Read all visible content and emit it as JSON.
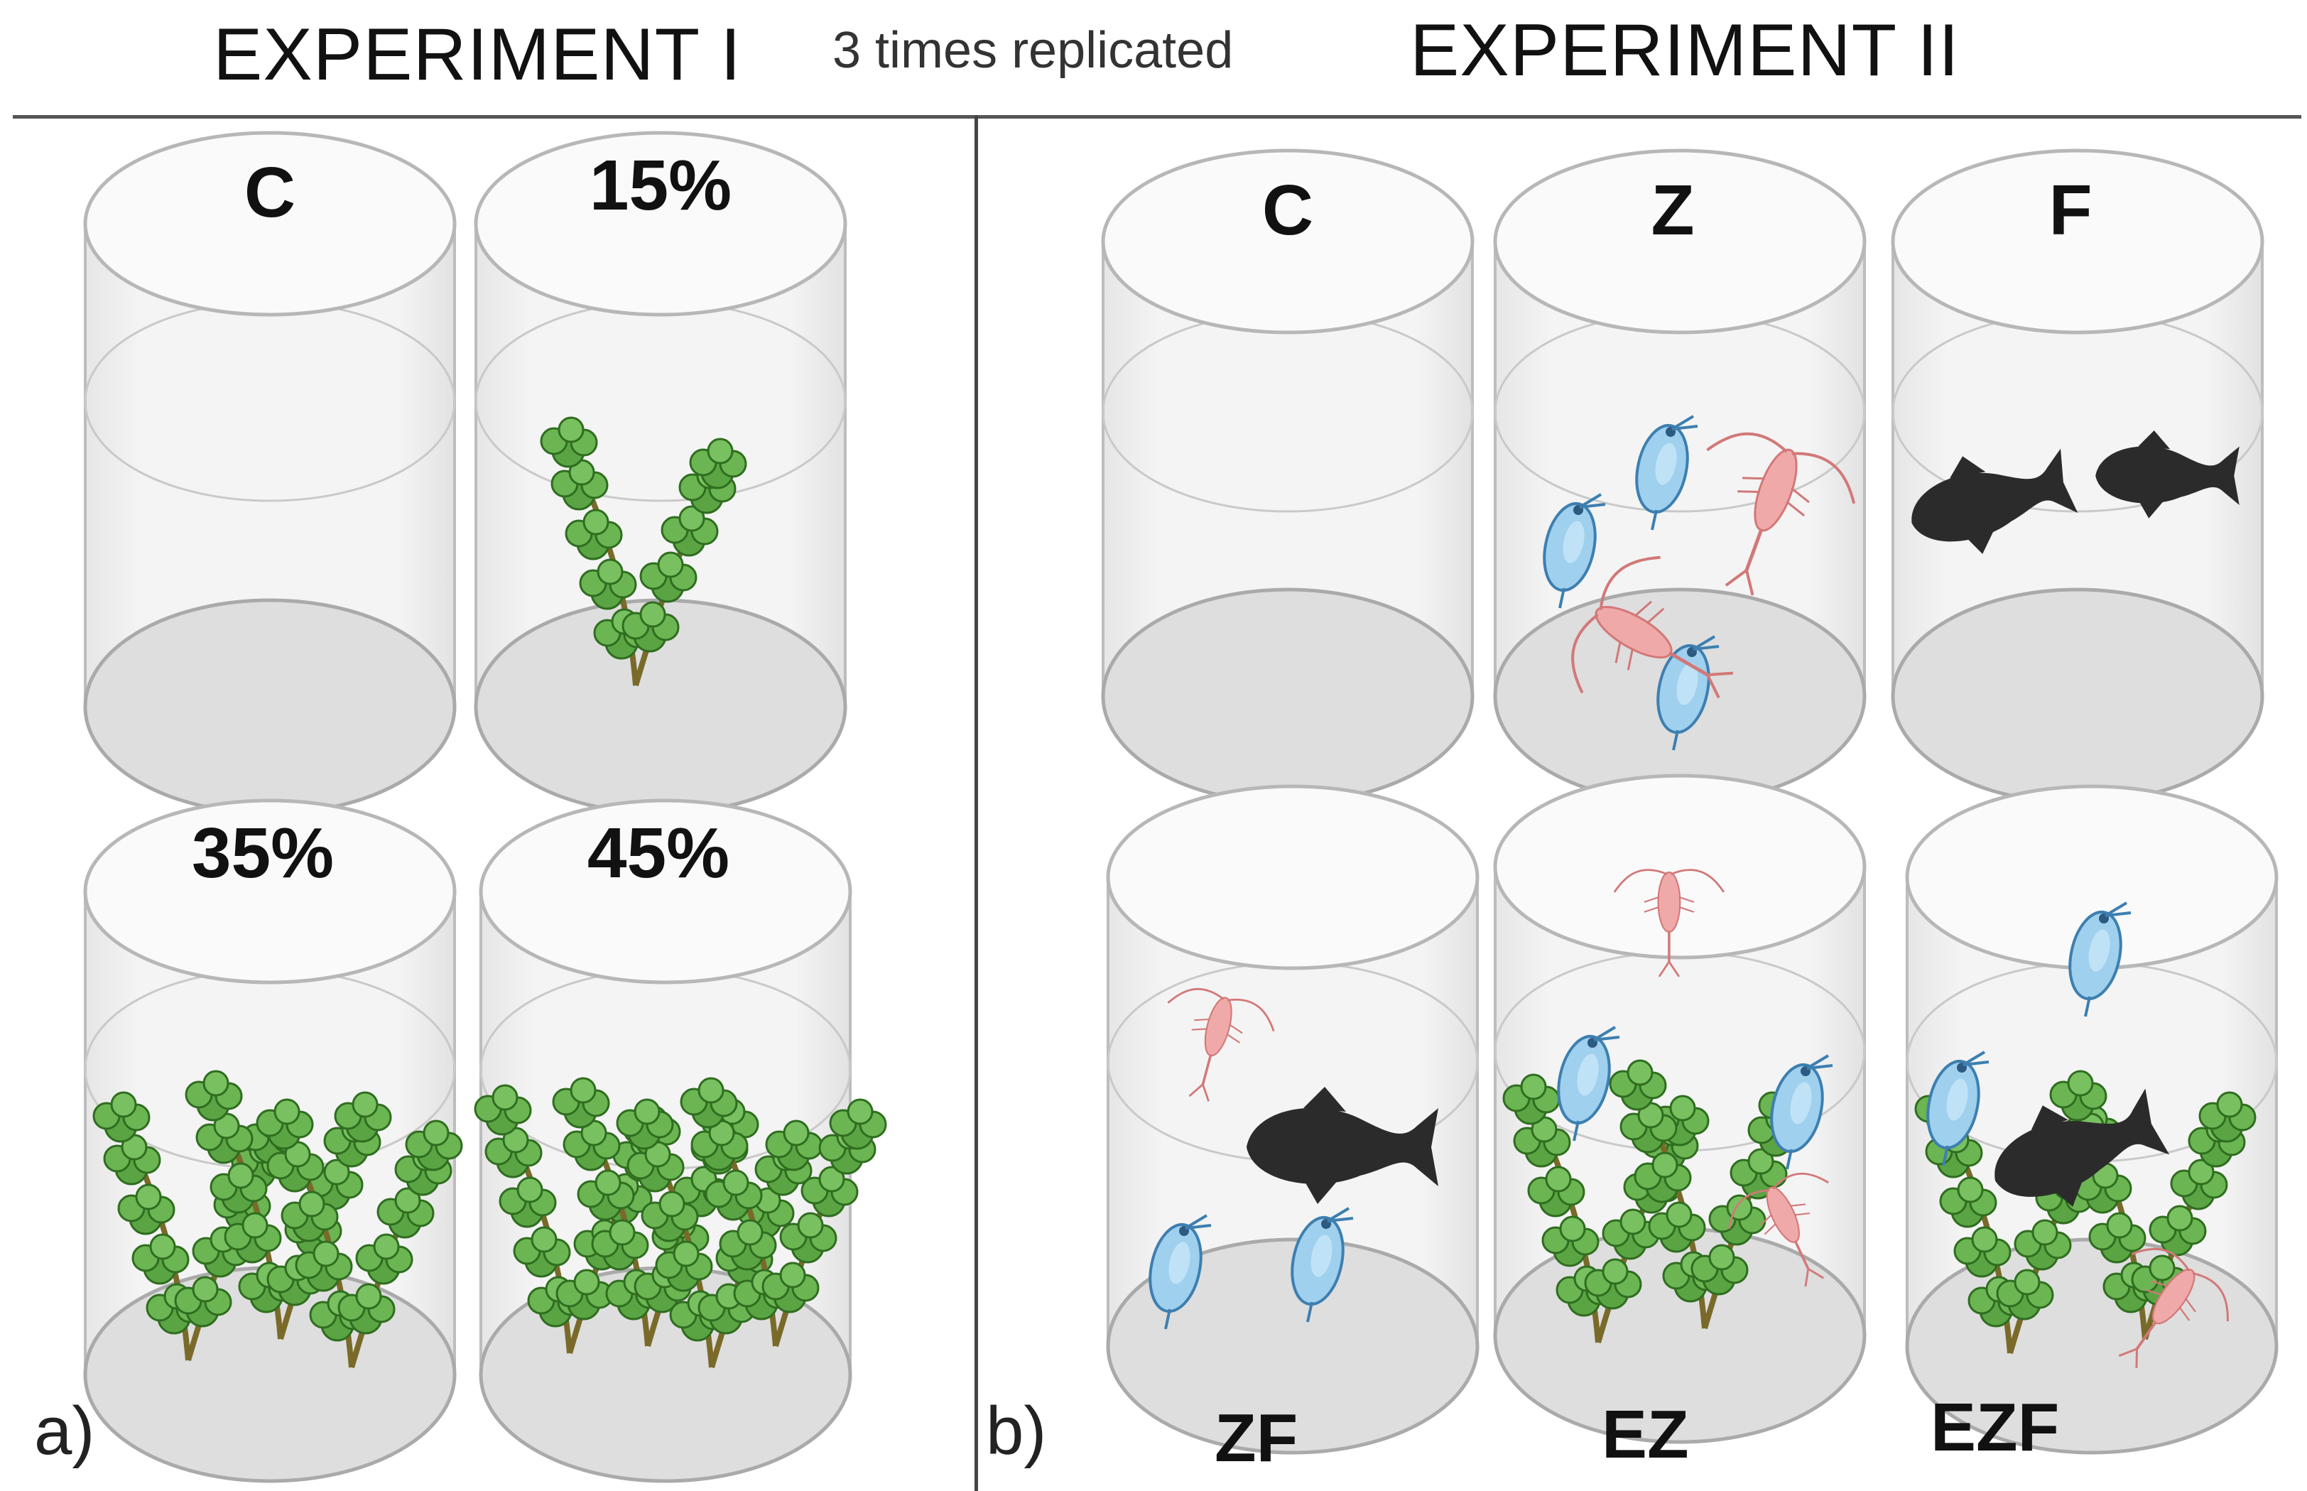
{
  "header": {
    "experiment1_title": "EXPERIMENT I",
    "replication_note": "3 times replicated",
    "experiment2_title": "EXPERIMENT II"
  },
  "panels": {
    "a": {
      "letter": "a)",
      "jars": [
        {
          "label": "C",
          "plants": 0
        },
        {
          "label": "15%",
          "plants": 1
        },
        {
          "label": "35%",
          "plants": 3
        },
        {
          "label": "45%",
          "plants": 4
        }
      ]
    },
    "b": {
      "letter": "b)",
      "jars_top": [
        {
          "label": "C",
          "contents": []
        },
        {
          "label": "Z",
          "contents": [
            "daphnia",
            "copepod"
          ]
        },
        {
          "label": "F",
          "contents": [
            "fish"
          ]
        }
      ],
      "jars_bottom": [
        {
          "label": "ZF",
          "contents": [
            "daphnia",
            "copepod",
            "fish"
          ]
        },
        {
          "label": "EZ",
          "contents": [
            "plant",
            "daphnia",
            "copepod"
          ]
        },
        {
          "label": "EZF",
          "contents": [
            "plant",
            "daphnia",
            "copepod",
            "fish"
          ]
        }
      ]
    }
  },
  "colors": {
    "plant": "#3e8a2a",
    "daphnia": "#8ec6e8",
    "copepod": "#e89a9a",
    "fish": "#2b2b2b",
    "jar_floor": "#e2e2e2"
  }
}
